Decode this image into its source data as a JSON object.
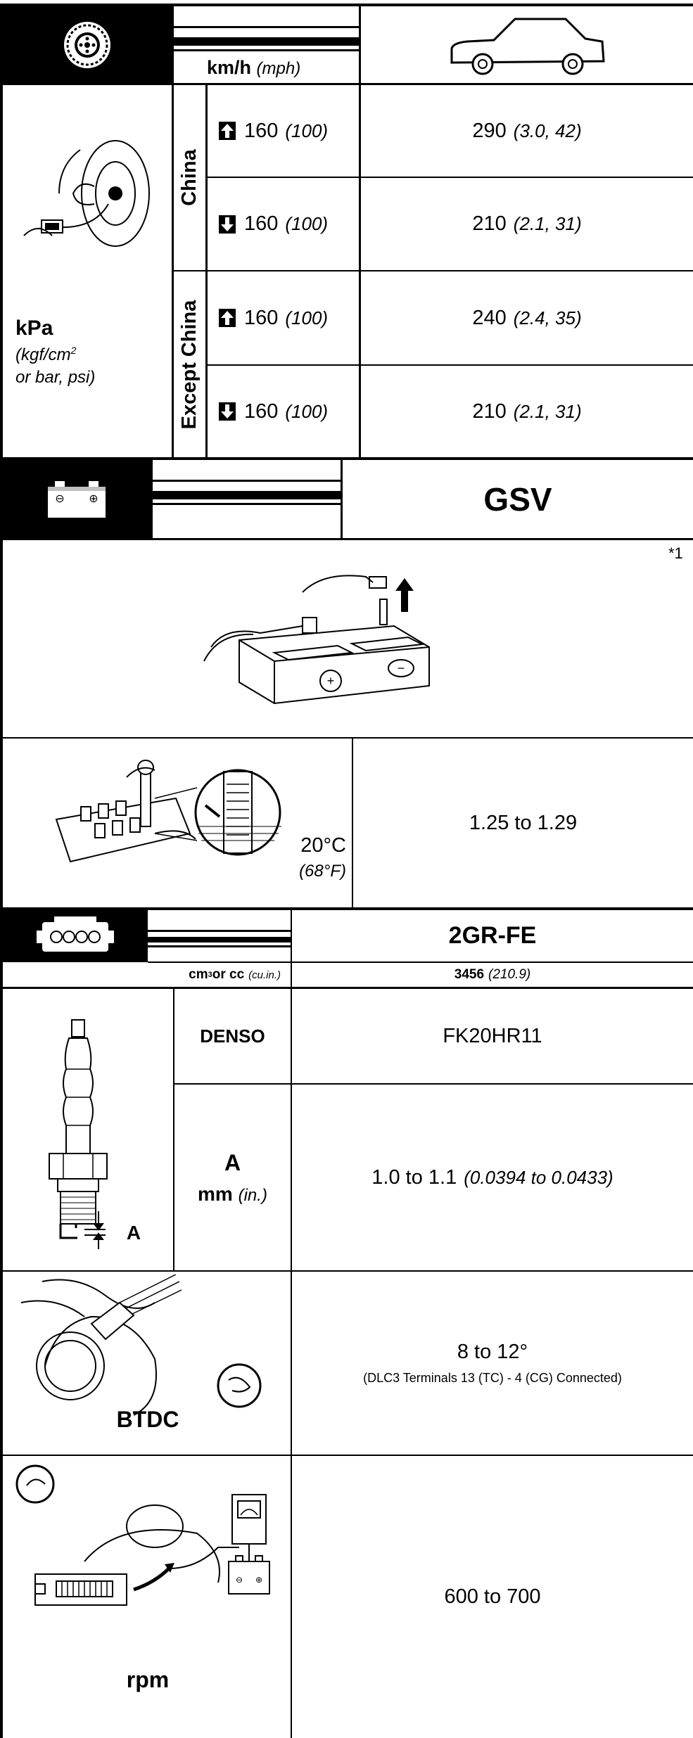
{
  "tire": {
    "header_unit_bold": "km/h",
    "header_unit_italic": "(mph)",
    "pressure_unit": "kPa",
    "pressure_sub1": "(kgf/cm",
    "pressure_sub1_sup": "2",
    "pressure_sub2": "or bar, psi)",
    "rows": [
      {
        "group": "China",
        "speed": "160",
        "speed_alt": "(100)",
        "value": "290",
        "value_alt": "(3.0, 42)"
      },
      {
        "group": "China",
        "speed": "160",
        "speed_alt": "(100)",
        "value": "210",
        "value_alt": "(2.1, 31)"
      },
      {
        "group": "Except China",
        "speed": "160",
        "speed_alt": "(100)",
        "value": "240",
        "value_alt": "(2.4, 35)"
      },
      {
        "group": "Except China",
        "speed": "160",
        "speed_alt": "(100)",
        "value": "210",
        "value_alt": "(2.1, 31)"
      }
    ],
    "group_labels": [
      "China",
      "Except China"
    ]
  },
  "battery": {
    "model": "GSV",
    "footnote": "*1",
    "temp_c": "20°C",
    "temp_f": "(68°F)",
    "specific_gravity": "1.25 to 1.29"
  },
  "engine": {
    "model": "2GR-FE",
    "displacement_unit": "cm",
    "displacement_unit_sup": "3",
    "displacement_unit_rest": " or cc",
    "displacement_unit_alt": "(cu.in.)",
    "displacement_value": "3456",
    "displacement_value_alt": "(210.9)",
    "plug_brand": "DENSO",
    "plug_model": "FK20HR11",
    "gap_label": "A",
    "gap_unit": "mm",
    "gap_unit_alt": "(in.)",
    "gap_value": "1.0 to 1.1",
    "gap_value_alt": "(0.0394 to 0.0433)",
    "plug_letter": "A",
    "timing_label": "BTDC",
    "timing_value": "8 to 12°",
    "timing_note": "(DLC3 Terminals 13 (TC) - 4 (CG) Connected)",
    "idle_label": "rpm",
    "idle_value": "600 to 700"
  },
  "icons": [
    "tire-icon",
    "car-icon",
    "battery-icon",
    "engine-icon",
    "spark-plug-icon",
    "timing-light-icon",
    "tachometer-icon"
  ]
}
